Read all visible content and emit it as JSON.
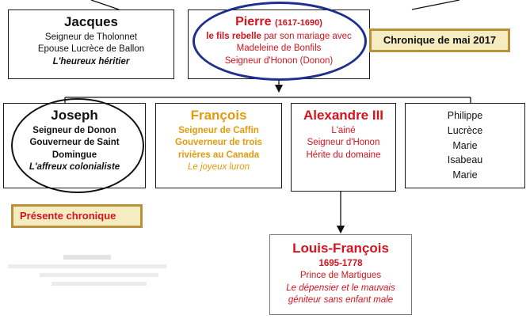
{
  "jacques": {
    "name": "Jacques",
    "lines": [
      "Seigneur de Tholonnet",
      "Epouse Lucrèce de Ballon"
    ],
    "note": "L'heureux héritier"
  },
  "pierre": {
    "name": "Pierre",
    "dates": "(1617-1690)",
    "line1_red": "le fils rebelle",
    "line1_rest": " par son mariage avec",
    "lines": [
      "Madeleine de Bonfils",
      "Seigneur d'Honon (Donon)"
    ]
  },
  "chronique_mai": "Chronique de mai 2017",
  "joseph": {
    "name": "Joseph",
    "lines": [
      "Seigneur de Donon",
      "Gouverneur de Saint",
      "Domingue"
    ],
    "note": "L'affreux colonialiste"
  },
  "francois": {
    "name": "François",
    "lines": [
      "Seigneur de Caffin",
      "Gouverneur de trois",
      "rivières au Canada"
    ],
    "note": "Le joyeux luron"
  },
  "alexandre": {
    "name": "Alexandre III",
    "lines": [
      "L'ainé",
      "Seigneur d'Honon",
      "Hérite du domaine"
    ]
  },
  "siblings": {
    "names": [
      "Philippe",
      "Lucrèce",
      "Marie",
      "Isabeau",
      "Marie"
    ]
  },
  "presente_chronique": "Présente chronique",
  "louis": {
    "name": "Louis-François",
    "dates": "1695-1778",
    "line": "Prince de Martigues",
    "notes": [
      "Le dépensier et le mauvais",
      "géniteur sans enfant male"
    ]
  },
  "colors": {
    "red": "#d4141c",
    "orange": "#e39a0d",
    "highlight_oval": "#1f2f8f",
    "tag_border": "#b8923a",
    "tag_fill": "#f6ecc2"
  }
}
